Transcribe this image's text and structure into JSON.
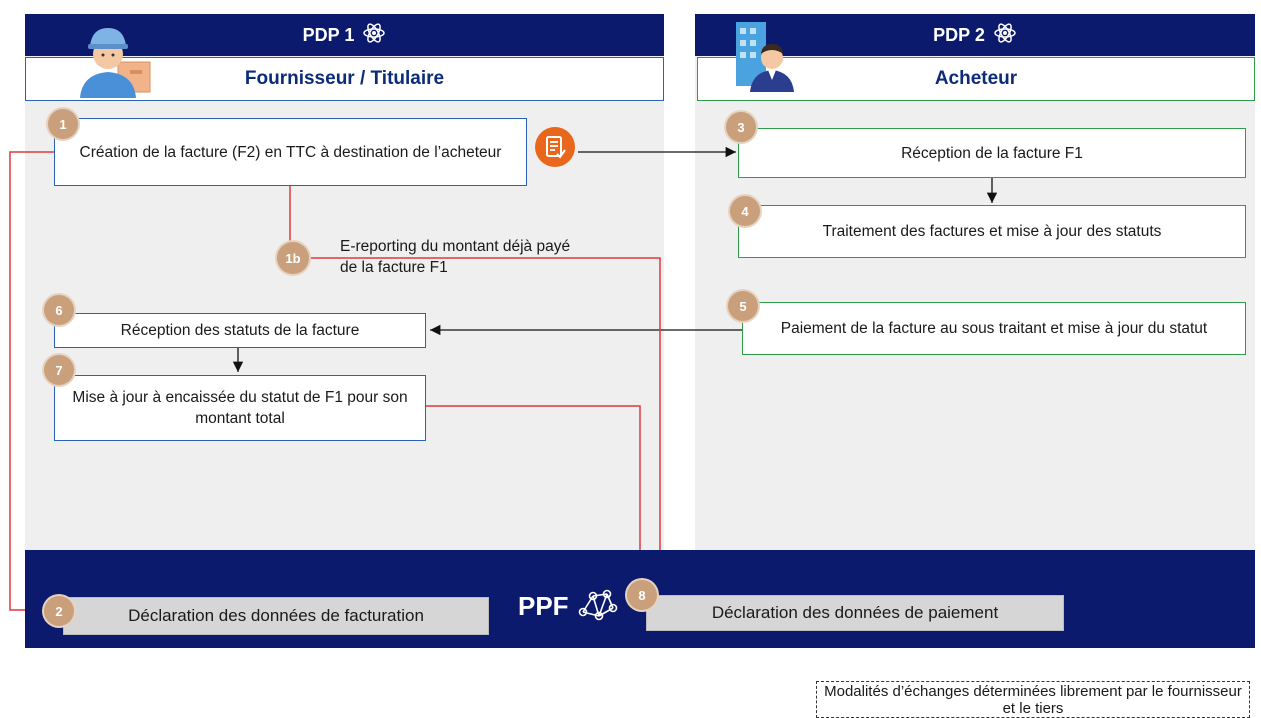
{
  "pdp1": {
    "title": "PDP 1",
    "subtitle": "Fournisseur / Titulaire"
  },
  "pdp2": {
    "title": "PDP 2",
    "subtitle": "Acheteur"
  },
  "steps": {
    "s1": {
      "num": "1",
      "text": "Création de la facture (F2) en TTC  à destination de l’acheteur"
    },
    "s1b": {
      "num": "1b",
      "text": "E-reporting du montant déjà payé de la facture F1"
    },
    "s3": {
      "num": "3",
      "text": "Réception de la facture F1"
    },
    "s4": {
      "num": "4",
      "text": "Traitement des factures et mise à jour des statuts"
    },
    "s5": {
      "num": "5",
      "text": "Paiement de la facture au sous traitant et mise à jour du statut"
    },
    "s6": {
      "num": "6",
      "text": "Réception des statuts de la facture"
    },
    "s7": {
      "num": "7",
      "text": "Mise à jour à encaissée du statut de F1 pour son montant total"
    },
    "s2": {
      "num": "2",
      "text": "Déclaration des données de facturation"
    },
    "s8": {
      "num": "8",
      "text": "Déclaration des données de paiement"
    }
  },
  "ppf": {
    "label": "PPF"
  },
  "note": {
    "text": "Modalités d’échanges déterminées librement par le fournisseur et le tiers"
  },
  "colors": {
    "navy": "#0c1a6e",
    "badge": "#c9a07b",
    "blue_border": "#2a62b8",
    "green_border": "#2e9a4a",
    "red_line": "#e0393e",
    "orange_icon": "#e8671c"
  },
  "icons": {
    "atom": "atom-icon",
    "network": "network-icon",
    "supplier": "delivery-person-icon",
    "buyer": "businessman-building-icon",
    "invoice": "invoice-doc-icon"
  }
}
